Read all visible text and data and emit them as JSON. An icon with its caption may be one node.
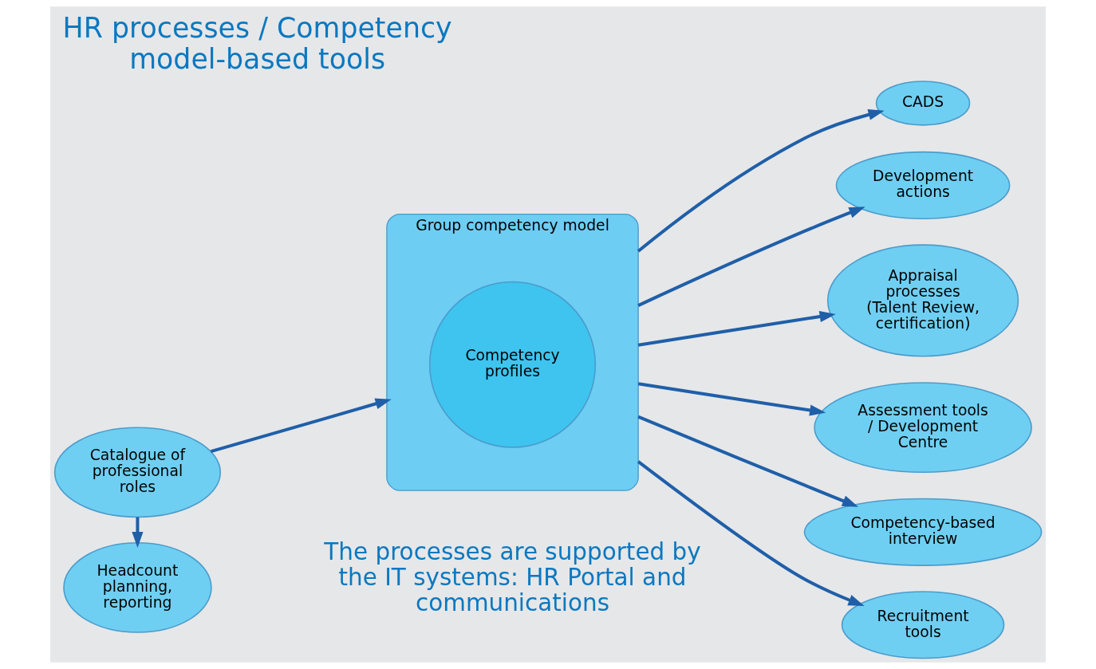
{
  "diagram": {
    "title": "HR processes / Competency model-based tools",
    "nodes": [
      {
        "text": [
          "Headcount planning, reporting"
        ]
      },
      {
        "text": [
          "Catalogue of professional roles"
        ]
      },
      {
        "text": [
          "Group competency model"
        ]
      },
      {
        "text": [
          "Competency profiles"
        ],
        "in": 2
      },
      {
        "text": [
          "CADS"
        ]
      },
      {
        "text": [
          "Development actions"
        ]
      },
      {
        "text": [
          "Appraisal processes (Talent Review, certification)"
        ]
      },
      {
        "text": [
          "Assessment tools / Development Centre"
        ]
      },
      {
        "text": [
          "Competency-based interview"
        ]
      },
      {
        "text": [
          "Recruitment tools"
        ]
      }
    ],
    "edges": [
      {
        "from": 1,
        "to": 0,
        "arrow": "to"
      },
      {
        "from": 1,
        "to": 2,
        "arrow": "to"
      },
      {
        "from": 2,
        "to": 4,
        "arrow": "to"
      },
      {
        "from": 2,
        "to": 5,
        "arrow": "to"
      },
      {
        "from": 2,
        "to": 6,
        "arrow": "to"
      },
      {
        "from": 2,
        "to": 7,
        "arrow": "to"
      },
      {
        "from": 2,
        "to": 8,
        "arrow": "to"
      },
      {
        "from": 2,
        "to": 9,
        "arrow": "to"
      }
    ],
    "labels": [
      "The processes are supported by the IT systems: HR Portal and communications"
    ]
  }
}
